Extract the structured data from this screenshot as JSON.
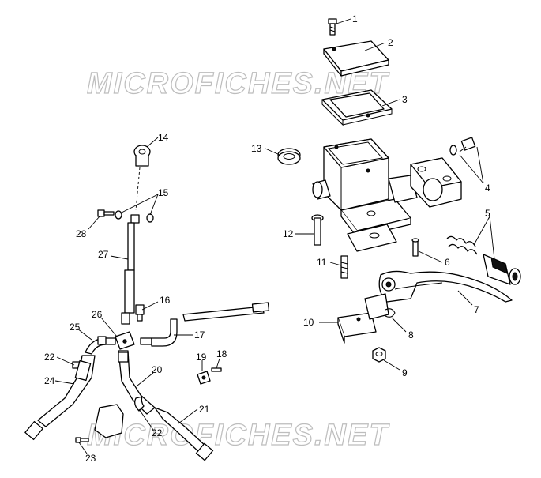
{
  "watermarks": [
    "MICROFICHES.NET",
    "MICROFICHES.NET"
  ],
  "callouts": [
    "1",
    "2",
    "3",
    "4",
    "5",
    "6",
    "7",
    "8",
    "9",
    "10",
    "11",
    "12",
    "13",
    "14",
    "15",
    "16",
    "17",
    "18",
    "19",
    "20",
    "21",
    "22",
    "22",
    "23",
    "24",
    "25",
    "26",
    "27",
    "28"
  ]
}
